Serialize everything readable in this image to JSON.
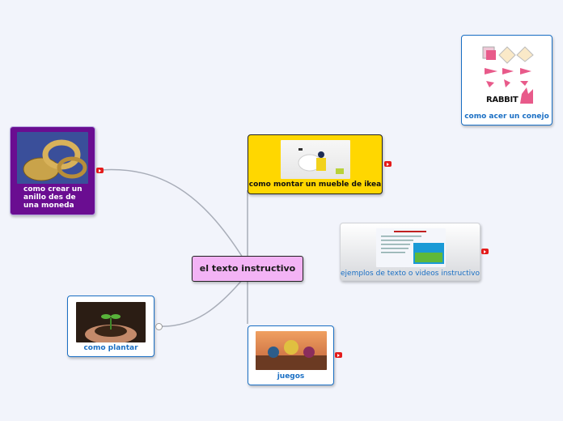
{
  "center": {
    "label": "el texto instructivo"
  },
  "nodes": {
    "ikea": {
      "label": "como montar un mueble de ikea",
      "bg": "#ffd700",
      "icon": "youtube-icon"
    },
    "anillo": {
      "label": "como crear un anillo des de una moneda",
      "bg": "#6a0d91",
      "icon": "youtube-icon"
    },
    "plantar": {
      "label": "como plantar",
      "icon": "attachment-icon"
    },
    "juegos": {
      "label": "juegos",
      "icon": "youtube-icon"
    },
    "ejemplos": {
      "label": "ejemplos de texto o videos instructivo",
      "icon": "youtube-icon"
    },
    "conejo": {
      "label": "como acer un conejo",
      "image_text": "RABBIT"
    }
  },
  "colors": {
    "accent_blue": "#1a6fc4",
    "center_bg": "#f3b3f5",
    "link": "#a8adb8"
  }
}
